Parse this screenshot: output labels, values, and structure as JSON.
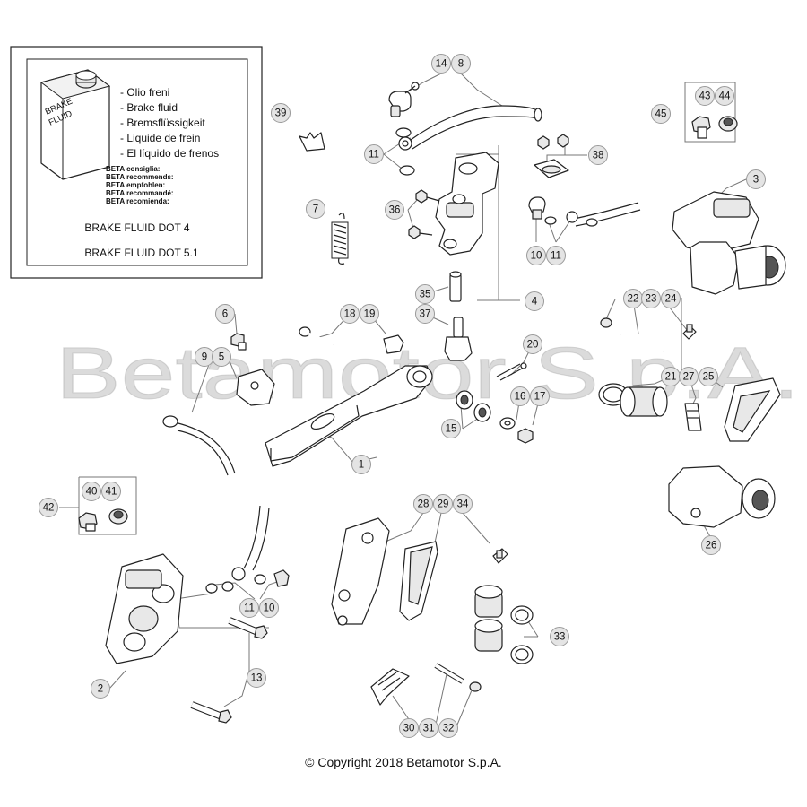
{
  "fluid_box": {
    "can_label_1": "BRAKE",
    "can_label_2": "FLUID",
    "fluid_lines": [
      "- Olio freni",
      "- Brake fluid",
      "- Bremsflüssigkeit",
      "- Liquide de frein",
      "- El líquido de frenos"
    ],
    "recommend_lines": [
      "BETA consiglia:",
      "BETA recommends:",
      "BETA empfohlen:",
      "BETA recommandé:",
      "BETA recomienda:"
    ],
    "spec_1": "BRAKE FLUID DOT 4",
    "spec_2": "BRAKE FLUID DOT 5.1"
  },
  "watermark": "Betamotor S.p.A.",
  "copyright": "© Copyright 2018 Betamotor S.p.A.",
  "callouts": [
    "14",
    "8",
    "39",
    "11",
    "38",
    "45",
    "43",
    "44",
    "3",
    "7",
    "36",
    "10",
    "11",
    "35",
    "4",
    "22",
    "23",
    "24",
    "6",
    "18",
    "19",
    "37",
    "9",
    "5",
    "20",
    "21",
    "27",
    "25",
    "16",
    "17",
    "15",
    "1",
    "42",
    "40",
    "41",
    "28",
    "29",
    "34",
    "11",
    "10",
    "33",
    "13",
    "2",
    "26",
    "30",
    "31",
    "32"
  ]
}
